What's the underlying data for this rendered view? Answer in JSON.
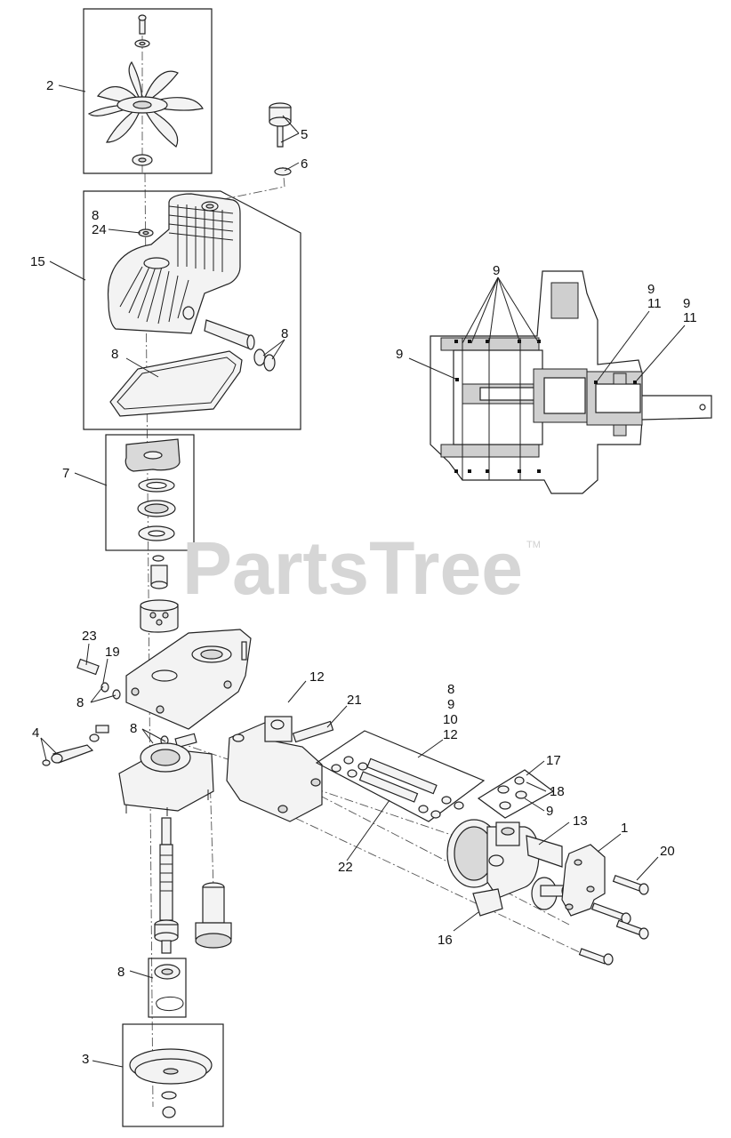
{
  "watermark": {
    "brand": "PartsTree",
    "trademark": "TM"
  },
  "callouts": {
    "c1": "1",
    "c2": "2",
    "c3": "3",
    "c4": "4",
    "c5": "5",
    "c6": "6",
    "c7": "7",
    "c8_a": "8",
    "c24": "24",
    "c15": "15",
    "c8_b": "8",
    "c8_c": "8",
    "c9_top": "9",
    "c9_left": "9",
    "c9_r1": "9",
    "c11_r1": "11",
    "c9_r2": "9",
    "c11_r2": "11",
    "c23": "23",
    "c19": "19",
    "c8_d": "8",
    "c8_e": "8",
    "c12_a": "12",
    "c21": "21",
    "stack_8": "8",
    "stack_9": "9",
    "stack_10": "10",
    "stack_12": "12",
    "c17": "17",
    "c18": "18",
    "c9_b": "9",
    "c13": "13",
    "c20": "20",
    "c22": "22",
    "c16": "16",
    "c8_f": "8"
  }
}
